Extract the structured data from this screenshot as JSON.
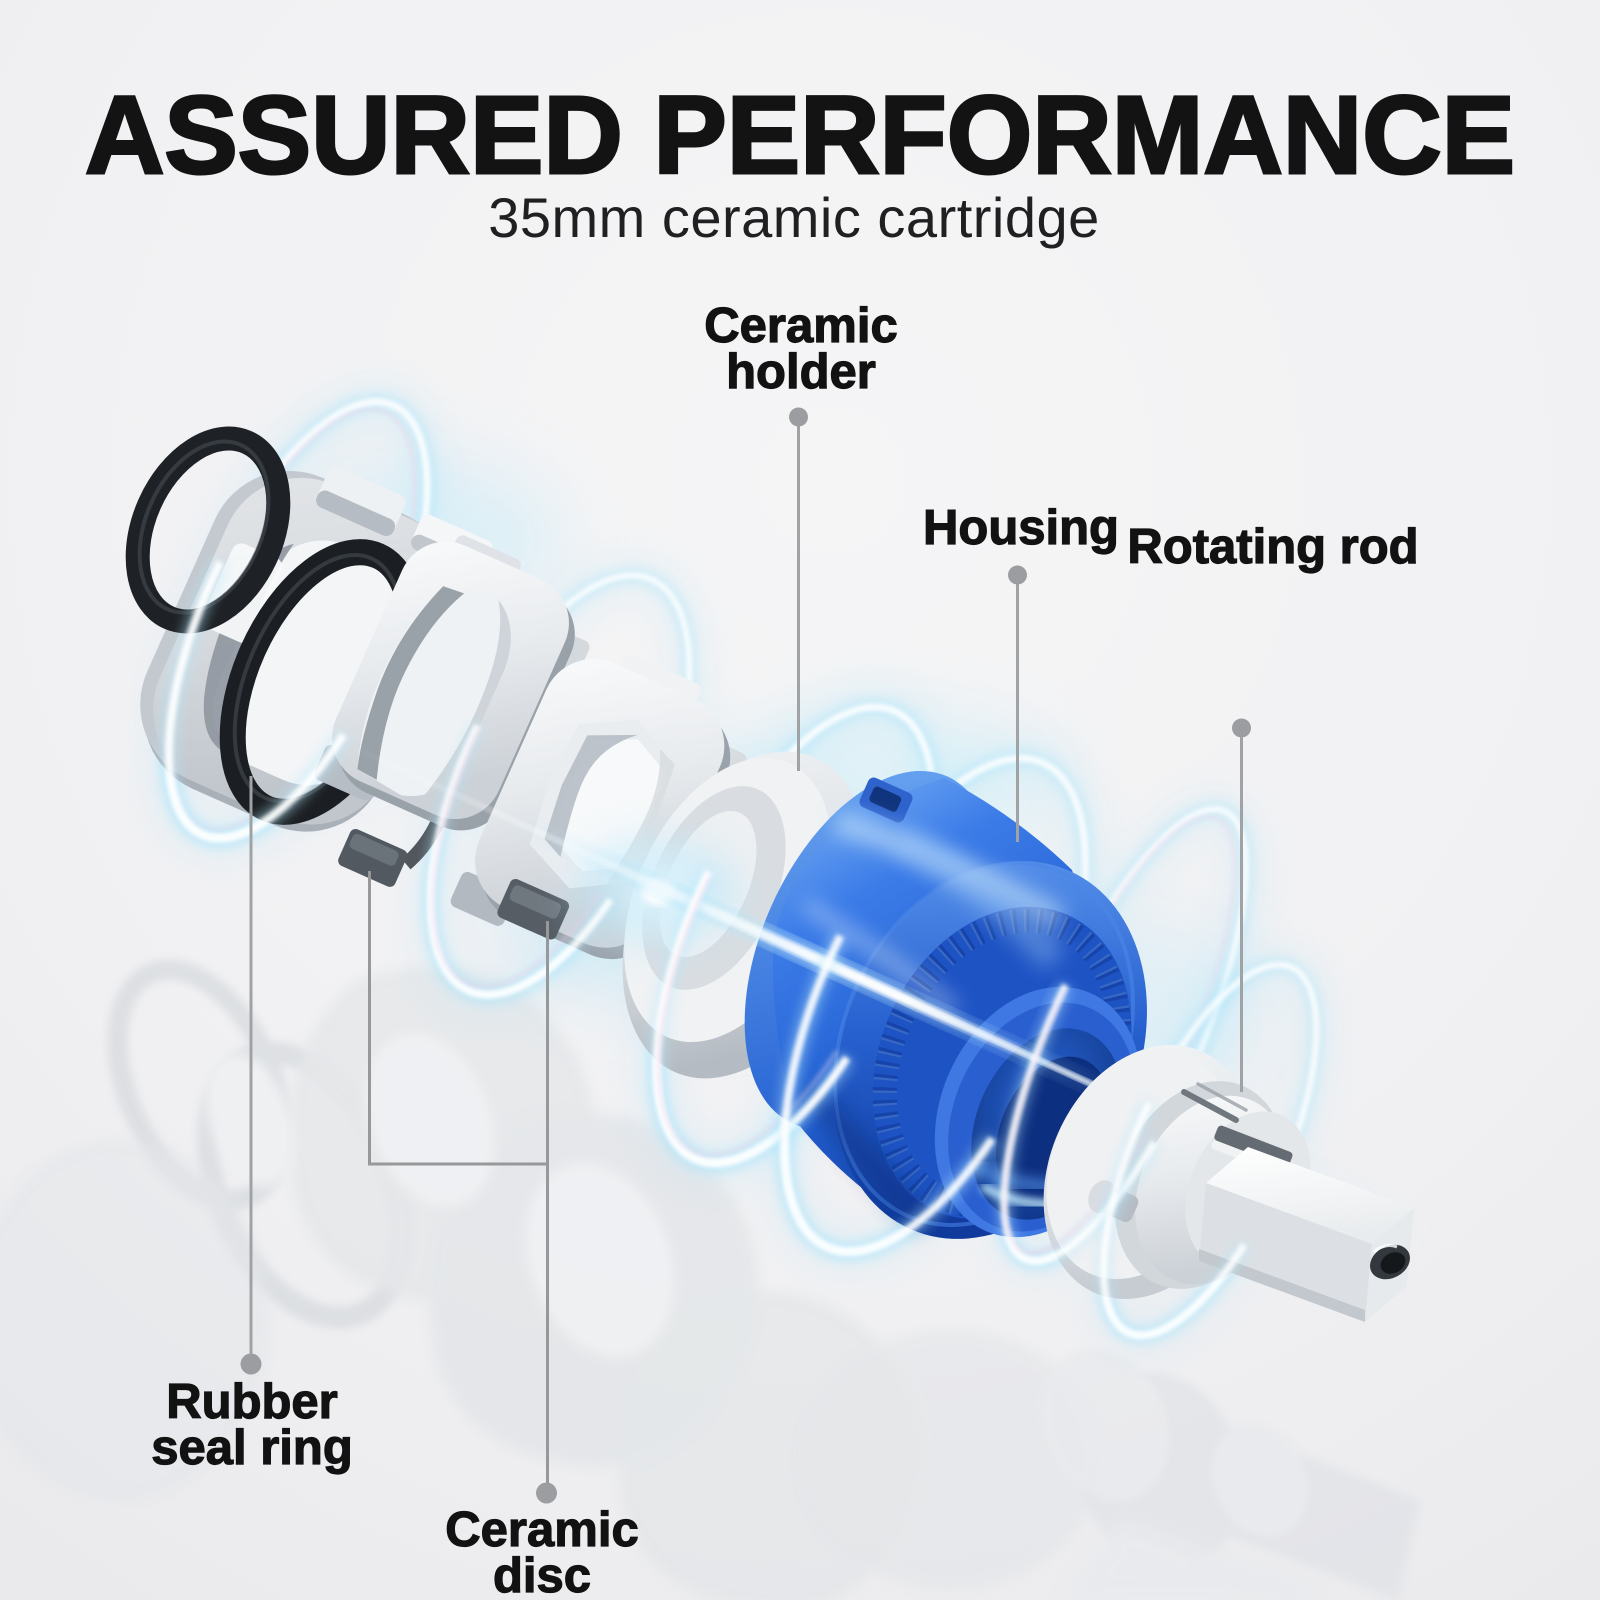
{
  "page": {
    "title": "ASSURED PERFORMANCE",
    "subtitle": "35mm ceramic cartridge"
  },
  "labels": {
    "ceramic_holder": {
      "line1": "Ceramic",
      "line2": "holder"
    },
    "housing": {
      "line1": "Housing"
    },
    "rotating_rod": {
      "line1": "Rotating rod"
    },
    "rubber_seal_ring": {
      "line1": "Rubber",
      "line2": "seal ring"
    },
    "ceramic_disc": {
      "line1": "Ceramic",
      "line2": "disc"
    }
  },
  "illustration": {
    "subject": "exploded 35mm ceramic faucet cartridge",
    "parts": [
      "rubber seal ring",
      "ceramic disc",
      "ceramic holder",
      "housing",
      "rotating rod"
    ]
  },
  "colors": {
    "background": "#f2f2f3",
    "heading_text": "#131314",
    "label_text": "#121213",
    "leader_line": "#a1a2a4",
    "leader_dot": "#9b9da0",
    "housing_blue": "#2c6ad8",
    "glow_cyan": "#8fdcf8",
    "part_white": "#eceef0",
    "rubber_black": "#1a1d20"
  }
}
